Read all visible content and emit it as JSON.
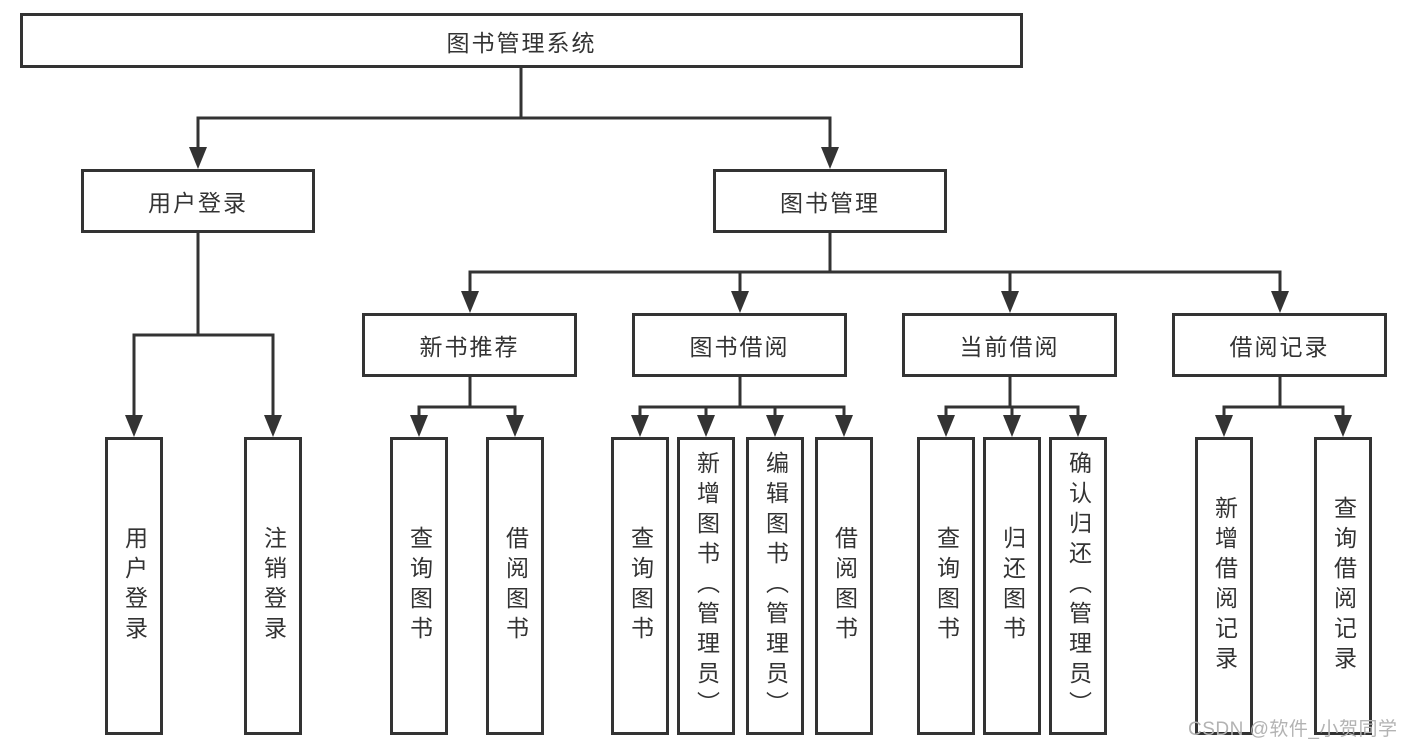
{
  "nodes": {
    "root": {
      "label": "图书管理系统"
    },
    "user_login": {
      "label": "用户登录"
    },
    "book_mgmt": {
      "label": "图书管理"
    },
    "new_book_rec": {
      "label": "新书推荐"
    },
    "book_borrow": {
      "label": "图书借阅"
    },
    "current_borrow": {
      "label": "当前借阅"
    },
    "borrow_records": {
      "label": "借阅记录"
    },
    "leaf_login": {
      "label": "用户登录"
    },
    "leaf_logout": {
      "label": "注销登录"
    },
    "leaf_rec_query": {
      "label": "查询图书"
    },
    "leaf_rec_borrow": {
      "label": "借阅图书"
    },
    "leaf_bb_query": {
      "label": "查询图书"
    },
    "leaf_bb_add": {
      "label": "新增图书（管理员）"
    },
    "leaf_bb_edit": {
      "label": "编辑图书（管理员）"
    },
    "leaf_bb_borrow": {
      "label": "借阅图书"
    },
    "leaf_cb_query": {
      "label": "查询图书"
    },
    "leaf_cb_return": {
      "label": "归还图书"
    },
    "leaf_cb_confirm": {
      "label": "确认归还（管理员）"
    },
    "leaf_br_add": {
      "label": "新增借阅记录"
    },
    "leaf_br_query": {
      "label": "查询借阅记录"
    }
  },
  "watermark": {
    "text": "CSDN @软件_小贺同学"
  },
  "colors": {
    "line": "#333333",
    "box_border": "#333333",
    "box_fill": "#ffffff",
    "text": "#333333",
    "watermark": "#b3b3b3",
    "background": "#ffffff"
  }
}
